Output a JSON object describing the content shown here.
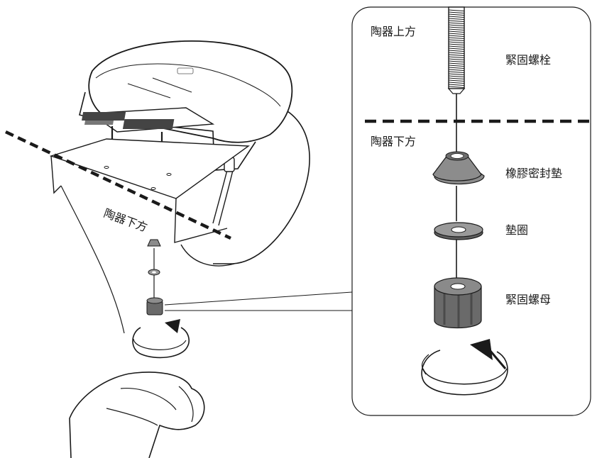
{
  "left_scene": {
    "below_label": "陶器下方"
  },
  "detail_panel": {
    "above_label": "陶器上方",
    "below_label": "陶器下方",
    "parts": {
      "bolt": "緊固螺栓",
      "rubber_seal": "橡膠密封墊",
      "washer": "墊圈",
      "nut": "緊固螺母"
    }
  },
  "colors": {
    "line": "#1a1a1a",
    "rubber": "#8c8c8c",
    "rubber_dark": "#6e6e6e",
    "nut": "#6a6a6a",
    "washer": "#9a9a9a"
  }
}
